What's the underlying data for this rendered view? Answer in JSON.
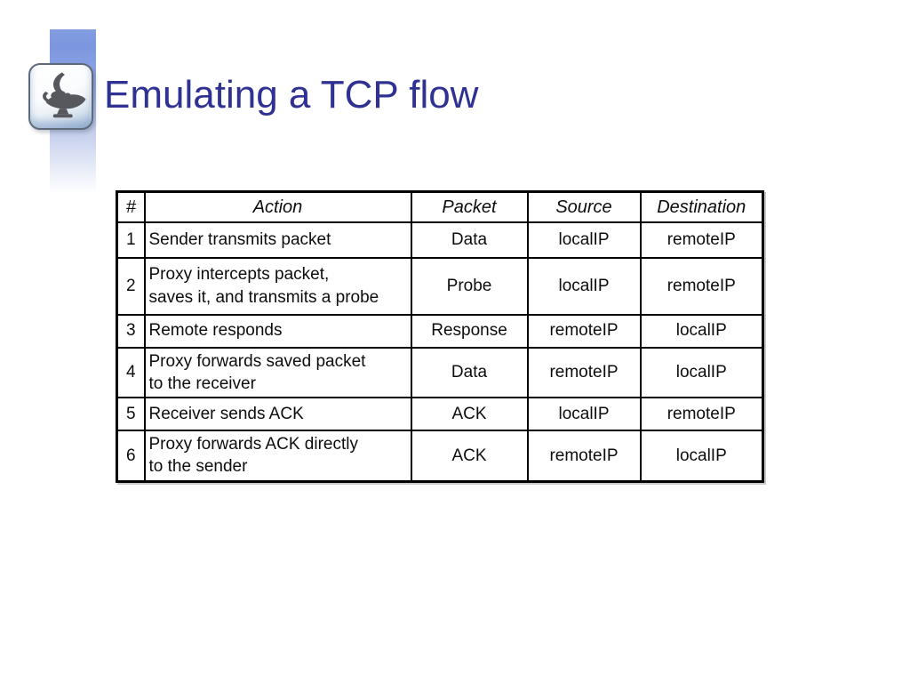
{
  "slide": {
    "title": "Emulating a TCP flow",
    "title_color": "#2f3193",
    "accent_bar_color": "#7c96df",
    "table_border_color": "#000000"
  },
  "icons": {
    "keycap": "keycap-icon",
    "lamp": "genie-lamp-icon"
  },
  "table": {
    "headers": [
      "#",
      "Action",
      "Packet",
      "Source",
      "Destination"
    ],
    "rows": [
      [
        "1",
        "Sender transmits packet",
        "Data",
        "localIP",
        "remoteIP"
      ],
      [
        "2",
        "Proxy intercepts packet,\nsaves it, and transmits a probe",
        "Probe",
        "localIP",
        "remoteIP"
      ],
      [
        "3",
        "Remote responds",
        "Response",
        "remoteIP",
        "localIP"
      ],
      [
        "4",
        "Proxy forwards saved packet\nto the receiver",
        "Data",
        "remoteIP",
        "localIP"
      ],
      [
        "5",
        "Receiver sends ACK",
        "ACK",
        "localIP",
        "remoteIP"
      ],
      [
        "6",
        "Proxy forwards ACK directly\nto the sender",
        "ACK",
        "remoteIP",
        "localIP"
      ]
    ]
  }
}
